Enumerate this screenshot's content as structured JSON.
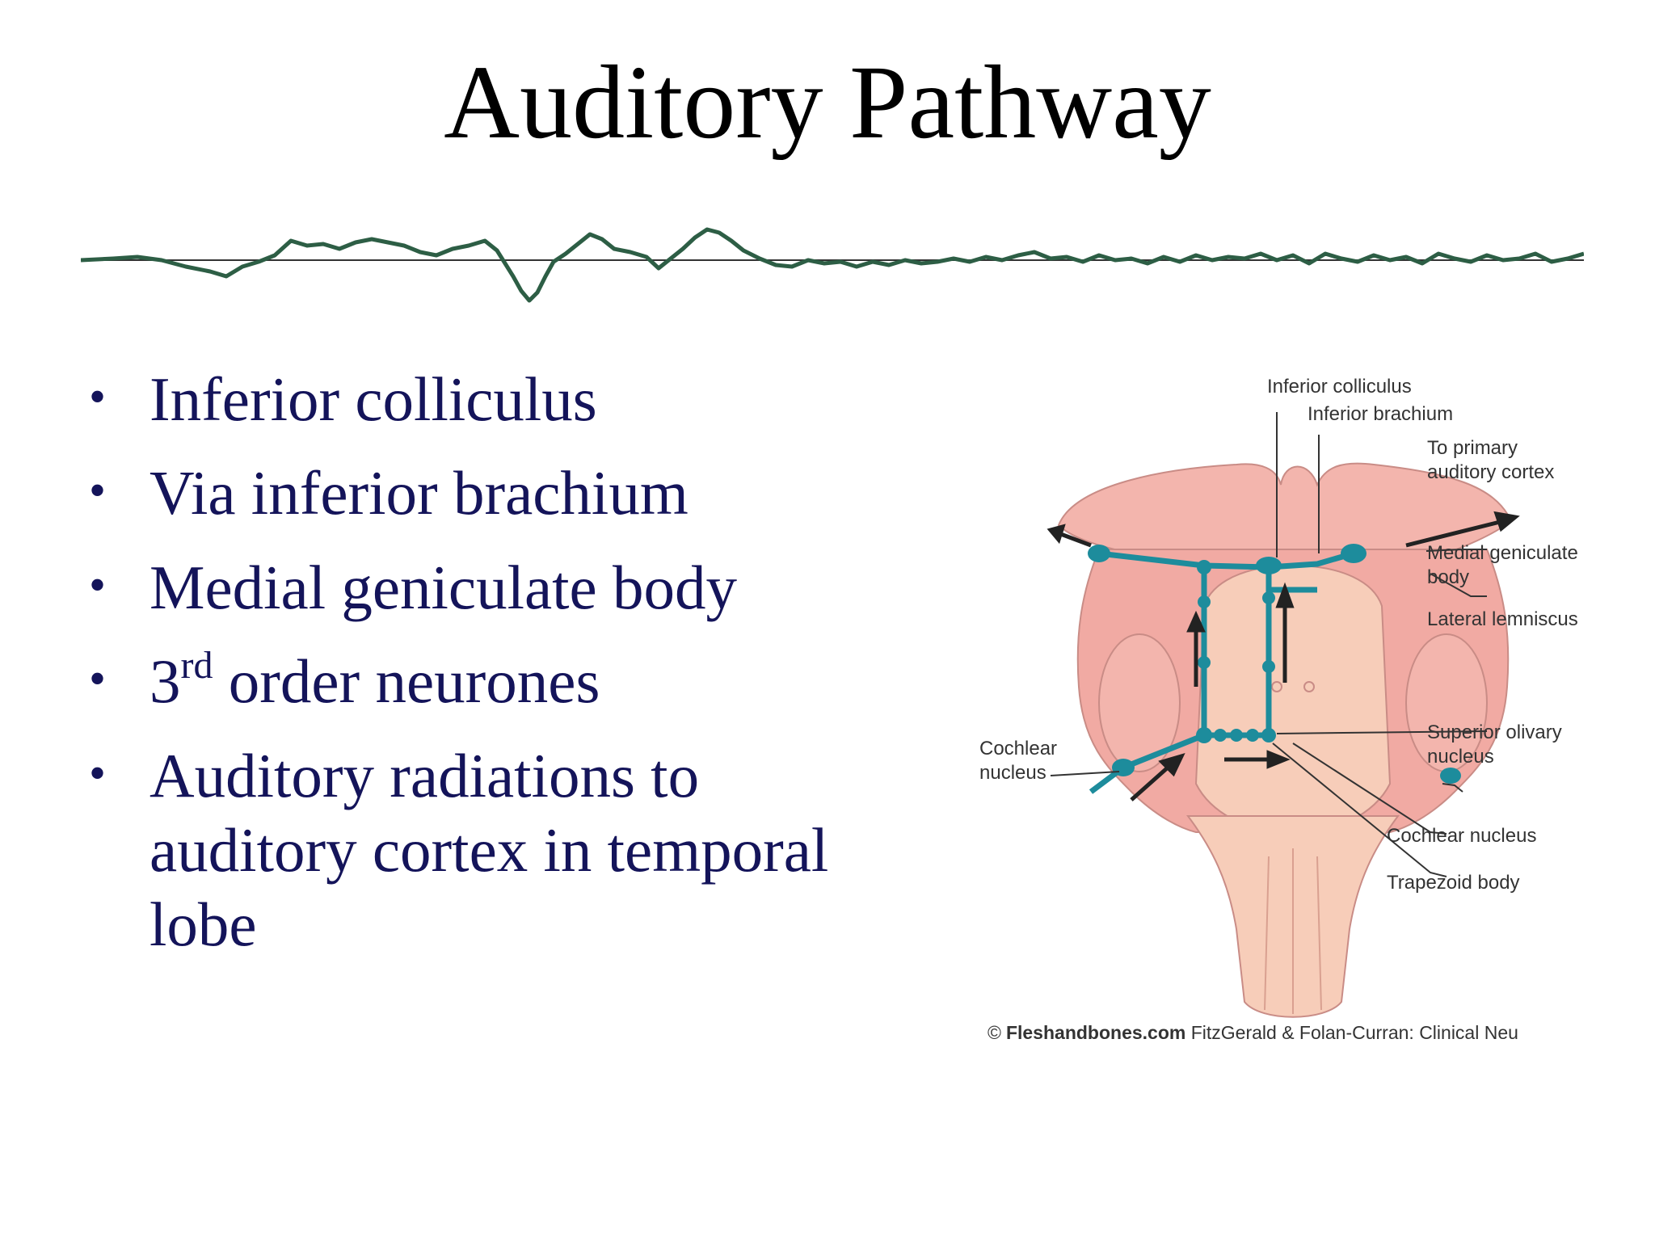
{
  "slide": {
    "title": "Auditory Pathway",
    "bullets": [
      {
        "text": "Inferior colliculus"
      },
      {
        "text": "Via inferior brachium"
      },
      {
        "text": "Medial geniculate body"
      },
      {
        "prefix": "3",
        "sup": "rd",
        "text": " order neurones"
      },
      {
        "text": "Auditory radiations to auditory cortex in temporal lobe"
      }
    ],
    "bullet_glyph": "•"
  },
  "diagram": {
    "labels": {
      "inferior_colliculus": "Inferior colliculus",
      "inferior_brachium": "Inferior brachium",
      "to_primary_1": "To primary",
      "to_primary_2": "auditory cortex",
      "medial_geniculate_1": "Medial geniculate",
      "medial_geniculate_2": "body",
      "lateral_lemniscus": "Lateral lemniscus",
      "superior_olivary_1": "Superior olivary",
      "superior_olivary_2": "nucleus",
      "cochlear_left_1": "Cochlear",
      "cochlear_left_2": "nucleus",
      "cochlear_right": "Cochlear nucleus",
      "trapezoid": "Trapezoid body"
    },
    "credit_symbol": "©",
    "credit_bold": "Fleshandbones.com",
    "credit_rest": " FitzGerald & Folan-Curran: Clinical Neu"
  },
  "colors": {
    "title": "#000000",
    "bullets": "#14145a",
    "wave": "#2d5e45",
    "tissue": "#f3b5ad",
    "tissue_light": "#f7cdb9",
    "pathway": "#1d8c9c"
  }
}
